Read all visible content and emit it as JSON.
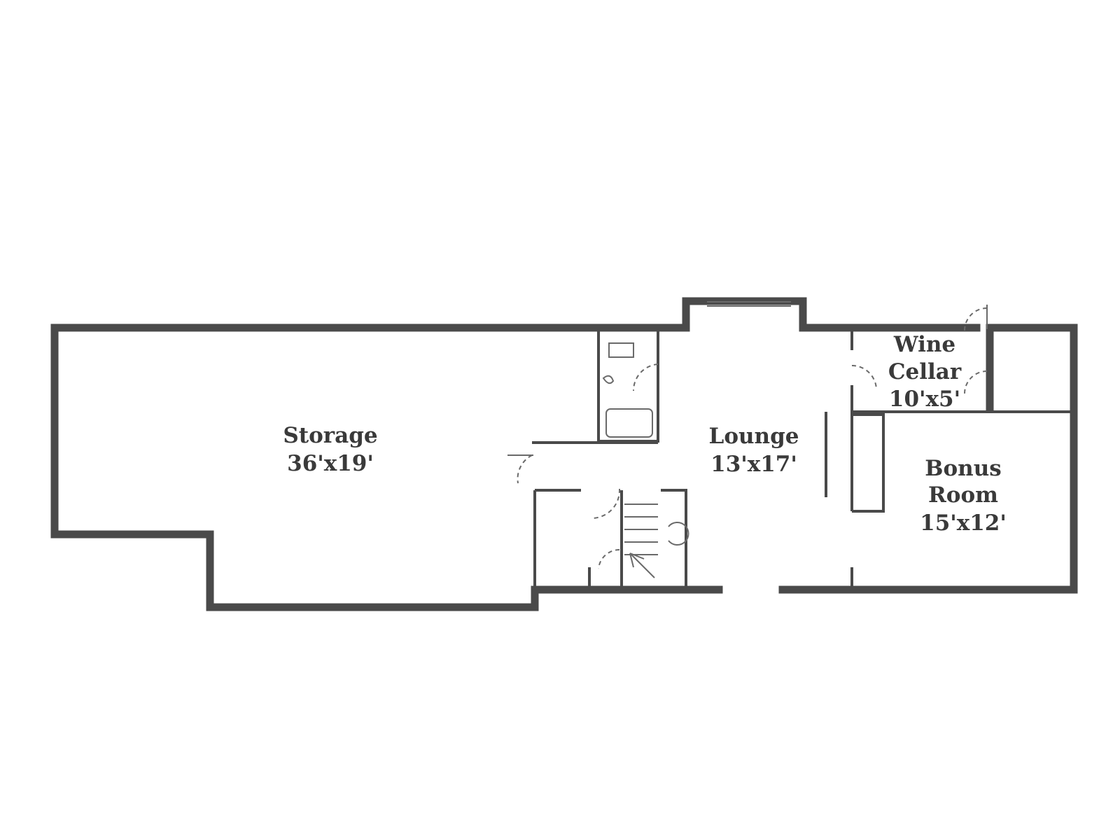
{
  "rooms": {
    "storage": {
      "name": "Storage",
      "size": "36'x19'"
    },
    "lounge": {
      "name": "Lounge",
      "size": "13'x17'"
    },
    "wine_cellar": {
      "name_line1": "Wine",
      "name_line2": "Cellar",
      "size": "10'x5'"
    },
    "bonus_room": {
      "name_line1": "Bonus",
      "name_line2": "Room",
      "size": "15'x12'"
    }
  },
  "colors": {
    "wall": "#4a4a4a",
    "text": "#3a3a3a",
    "background": "#ffffff"
  }
}
